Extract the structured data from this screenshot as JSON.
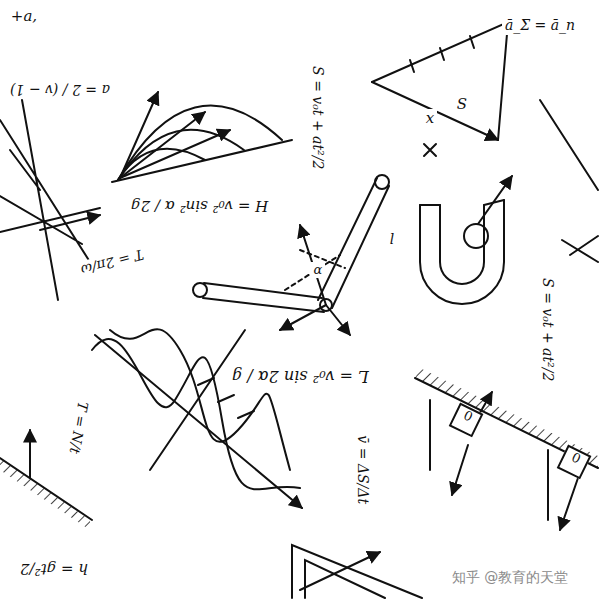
{
  "diagram": {
    "nodes": [
      {
        "text": [
          "0"
        ]
      },
      {
        "text": [
          "0"
        ]
      }
    ],
    "labels": [
      "+a,",
      "a = 2 / (v − 1)",
      "S = v₀t + at²/2",
      "H = v₀² sin² α / 2g",
      "T = 2π/ω",
      "L = v₀² sin 2α / g",
      "v̄ = ΔS/Δt",
      "ā_Σ = ā_n",
      "S = v₀t + at²/2",
      "T = N/t",
      "h = gt²/2",
      "x",
      "S",
      "α",
      "l",
      "知乎 @教育的天堂"
    ]
  }
}
